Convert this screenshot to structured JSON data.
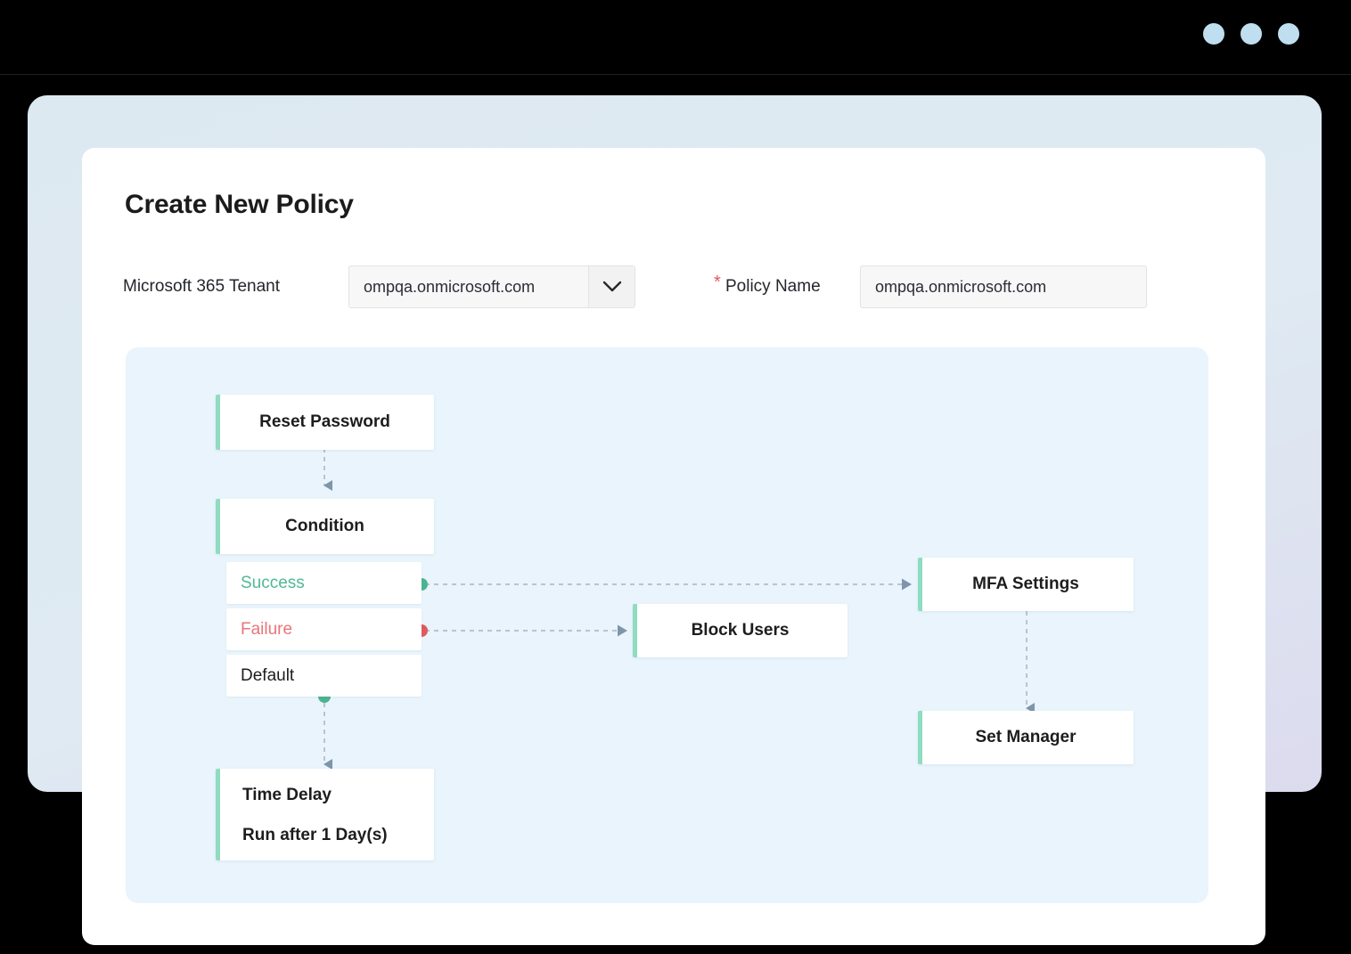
{
  "window": {
    "chrome_dots": [
      "dot-1",
      "dot-2",
      "dot-3"
    ],
    "dot_color": "#bfdff0"
  },
  "page": {
    "title": "Create New Policy"
  },
  "form": {
    "tenant": {
      "label": "Microsoft 365 Tenant",
      "value": "ompqa.onmicrosoft.com",
      "dropdown_icon": "chevron-down-icon"
    },
    "policy_name": {
      "required_marker": "*",
      "label": "Policy Name",
      "value": "ompqa.onmicrosoft.com",
      "placeholder": "Policy Name"
    }
  },
  "flow": {
    "accent_color": "#8fdcc0",
    "canvas_color": "#e9f4fc",
    "success_color": "#52b894",
    "failure_color": "#e8757a",
    "arrow_color": "#7f95ab",
    "dash_color": "#b8c4cf",
    "nodes": [
      {
        "id": "reset-password",
        "label": "Reset Password"
      },
      {
        "id": "condition",
        "label": "Condition"
      },
      {
        "id": "block-users",
        "label": "Block Users"
      },
      {
        "id": "mfa-settings",
        "label": "MFA Settings"
      },
      {
        "id": "set-manager",
        "label": "Set Manager"
      }
    ],
    "time_delay": {
      "id": "time-delay",
      "title": "Time Delay",
      "detail": "Run after 1 Day(s)"
    },
    "branches": [
      {
        "id": "success",
        "label": "Success",
        "dot": "green"
      },
      {
        "id": "failure",
        "label": "Failure",
        "dot": "red"
      },
      {
        "id": "default",
        "label": "Default",
        "dot": "green"
      }
    ]
  }
}
